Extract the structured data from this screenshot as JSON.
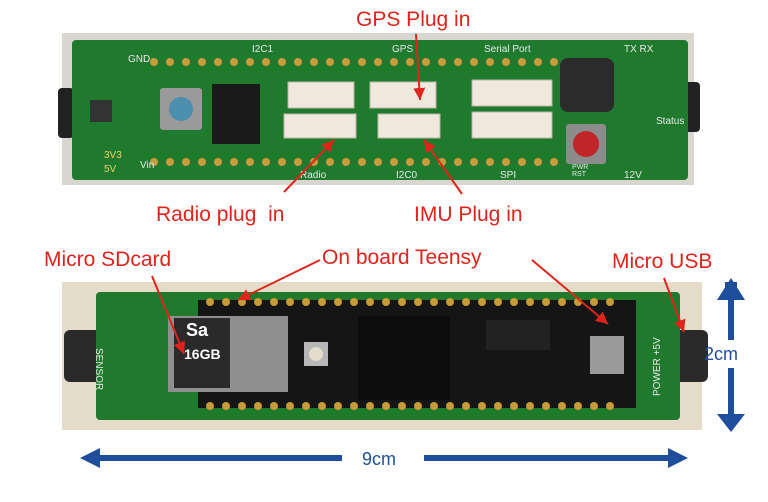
{
  "annotations": {
    "gps": "GPS Plug in",
    "radio": "Radio plug  in",
    "imu": "IMU Plug in",
    "sdcard": "Micro SDcard",
    "teensy": "On board Teensy",
    "usb": "Micro USB"
  },
  "dimensions": {
    "width": "9cm",
    "height": "2cm"
  },
  "top_board": {
    "silkscreen": {
      "i2c1": "I2C1",
      "gps": "GPS",
      "serial_port": "Serial Port",
      "gnd": "GND",
      "v33": "3V3",
      "v5": "5V",
      "vin": "Vin",
      "radio": "Radio",
      "i2c0": "I2C0",
      "spi": "SPI",
      "pwr_rst": "PWR RST",
      "v12": "12V",
      "status": "Status",
      "tx_rx": "TX RX"
    }
  },
  "bottom_board": {
    "silkscreen": {
      "sensor": "SENSOR",
      "power": "POWER +5V",
      "sd_brand": "Sa",
      "sd_capacity": "16GB"
    }
  },
  "colors": {
    "annotation_text": "#e0241b",
    "dimension_arrow": "#1f4e9c",
    "pcb": "#1f7a2e"
  }
}
